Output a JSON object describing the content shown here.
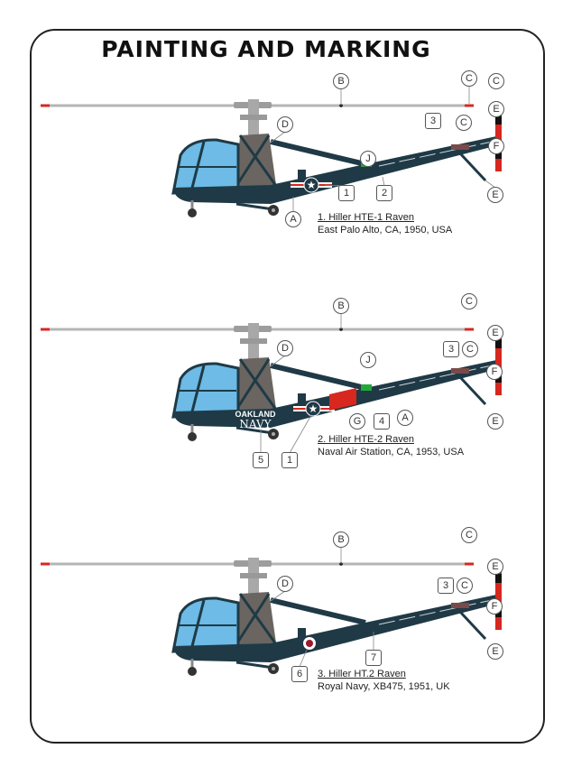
{
  "title": "PAINTING AND MARKING",
  "colors": {
    "fuselage": "#1f3a46",
    "canopy": "#6dbbe6",
    "rotor": "#b5b5b5",
    "red": "#d7271f",
    "green": "#22a83a",
    "engine": "#6a6560"
  },
  "variants": [
    {
      "caption_line1": "1. Hiller HTE-1 Raven",
      "caption_line2": "East Palo Alto, CA, 1950, USA",
      "callouts": [
        "B",
        "C",
        "C",
        "E",
        "3",
        "C",
        "D",
        "J",
        "F",
        "E",
        "1",
        "2",
        "A"
      ]
    },
    {
      "caption_line1": "2. Hiller HTE-2 Raven",
      "caption_line2": "Naval Air Station, CA, 1953, USA",
      "nose_marking_1": "OAKLAND",
      "nose_marking_2": "NAVY",
      "callouts": [
        "B",
        "C",
        "E",
        "D",
        "3",
        "C",
        "J",
        "F",
        "G",
        "4",
        "A",
        "E",
        "5",
        "1"
      ]
    },
    {
      "caption_line1": "3. Hiller HT.2 Raven",
      "caption_line2": "Royal Navy, XB475, 1951, UK",
      "callouts": [
        "B",
        "C",
        "E",
        "D",
        "3",
        "C",
        "F",
        "E",
        "7",
        "6"
      ]
    }
  ]
}
